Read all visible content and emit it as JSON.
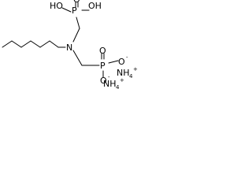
{
  "molecule": {
    "atoms": {
      "ho_left": {
        "main": "HO"
      },
      "p_top": {
        "main": "P"
      },
      "oh_right": {
        "main": "OH"
      },
      "o_double_top": {
        "main": "O"
      },
      "n": {
        "main": "N"
      },
      "p_right": {
        "main": "P"
      },
      "o_minus_right": {
        "main": "O",
        "charge": "-"
      },
      "o_minus_bottom": {
        "main": "O",
        "charge": "-"
      },
      "o_double_mid": {
        "main": "O"
      }
    },
    "ions": [
      {
        "main": "NH",
        "count": "4",
        "charge": "+"
      },
      {
        "main": "NH",
        "count": "4",
        "charge": "+"
      }
    ]
  }
}
